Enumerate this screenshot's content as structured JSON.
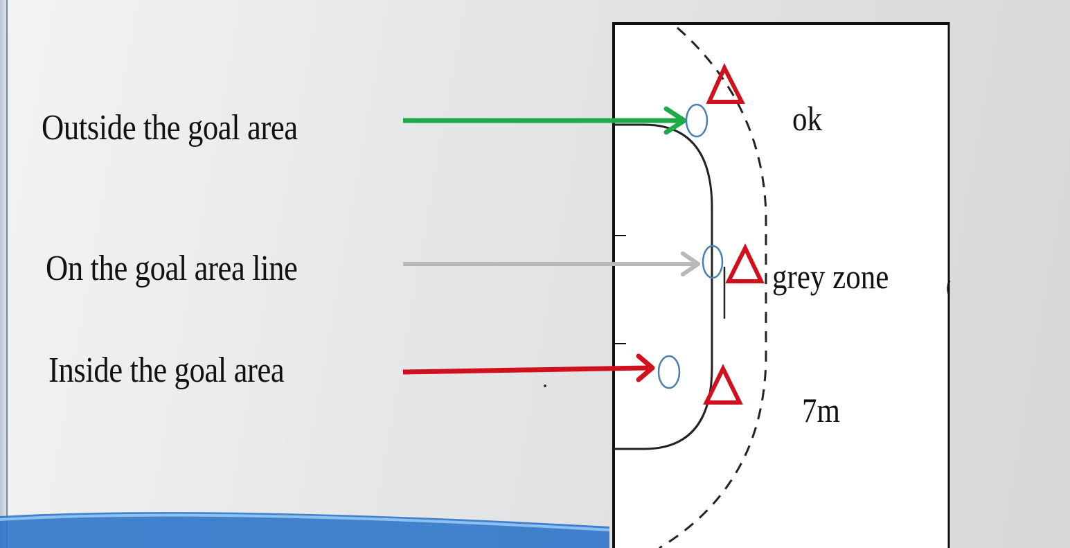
{
  "labels": {
    "outside": "Outside the goal area",
    "on_line": "On the goal area line",
    "inside": "Inside the goal area"
  },
  "zones": {
    "ok": "ok",
    "grey": "grey zone",
    "seven": "7m"
  },
  "colors": {
    "outside_arrow": "#1faa4a",
    "on_line_arrow": "#b8b8b8",
    "inside_arrow": "#d0101c",
    "player_marker": "#4a7fb0",
    "triangle_marker": "#d0101c",
    "court_lines": "#222222"
  },
  "icons": {
    "player": "circle",
    "defender": "triangle"
  }
}
